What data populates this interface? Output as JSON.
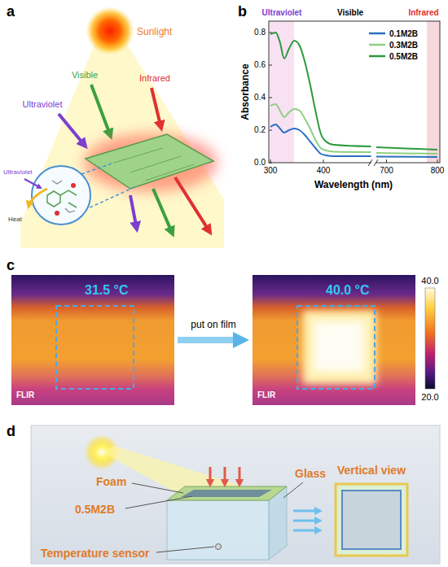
{
  "diagram": {
    "nodes": [
      {
        "text": [
          "31.5 °C",
          "FLIR"
        ]
      },
      {
        "text": [
          "40.0 °C",
          "FLIR"
        ]
      }
    ],
    "edges": [
      {
        "from": 0,
        "to": 1,
        "label": "put on film",
        "arrow": "to"
      }
    ],
    "labels": [
      "a",
      "Sunlight",
      "Visible",
      "Infrared",
      "Ultraviolet",
      "Ultraviolet",
      "Heat",
      "b",
      "Ultraviolet",
      "Visible",
      "Infrared",
      "Absorbance",
      "0.0",
      "0.2",
      "0.4",
      "0.6",
      "0.8",
      "300",
      "400",
      "700",
      "800",
      "Wavelength (nm)",
      "c",
      "40.0",
      "20.0",
      "d",
      "Glass",
      "Foam",
      "0.5M2B",
      "Temperature sensor",
      "Vertical view"
    ],
    "legend": [
      {
        "text": "0.1M2B"
      },
      {
        "text": "0.3M2B"
      },
      {
        "text": "0.5M2B"
      }
    ]
  }
}
